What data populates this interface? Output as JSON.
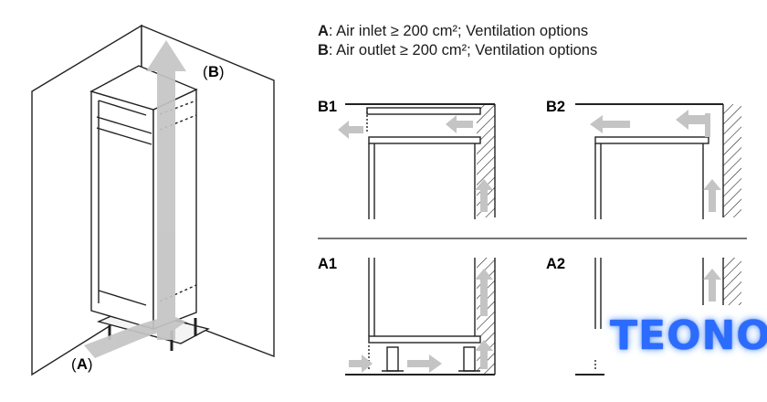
{
  "legend": {
    "a_key": "A",
    "a_text": ": Air inlet ≥ 200 cm²; Ventilation options",
    "b_key": "B",
    "b_text": ": Air outlet ≥ 200 cm²; Ventilation options"
  },
  "cabinet": {
    "label_b_key": "B",
    "label_a_key": "A",
    "paren_open": "(",
    "paren_close": ")"
  },
  "panels": {
    "b1": "B1",
    "b2": "B2",
    "a1": "A1",
    "a2": "A2"
  },
  "watermark": "TEONO",
  "colors": {
    "arrow": "#bfbfbf",
    "line": "#222222",
    "brand": "#2b6cff"
  }
}
